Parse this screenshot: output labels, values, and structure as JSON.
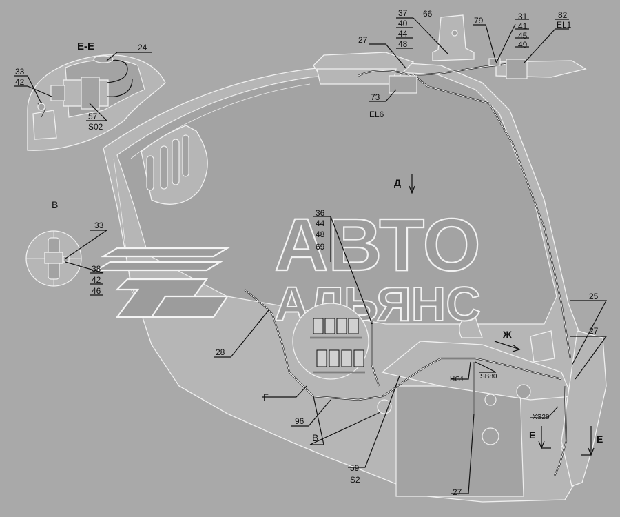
{
  "watermark": {
    "line1": "АВТО",
    "line2": "АЛЬЯНС"
  },
  "views": {
    "section_ee": "Е-Е",
    "view_b": "В",
    "view_d": "Д",
    "view_zh": "Ж",
    "view_g": "Г",
    "cut_left": "Е",
    "cut_right": "Е"
  },
  "callouts": {
    "c24": "24",
    "c33_42_top": "33",
    "c42_top": "42",
    "c57": "57",
    "s02": "S02",
    "c33_b": "33",
    "c38": "38",
    "c42_b": "42",
    "c46": "46",
    "c37": "37",
    "c40": "40",
    "c44_top": "44",
    "c48_top": "48",
    "c66": "66",
    "c27_top": "27",
    "c79": "79",
    "c31": "31",
    "c41": "41",
    "c45": "45",
    "c49": "49",
    "c82": "82",
    "el1": "EL1",
    "c73": "73",
    "el6": "EL6",
    "c36": "36",
    "c44_mid": "44",
    "c48_mid": "48",
    "c69": "69",
    "c28": "28",
    "c96": "96",
    "b_lbl": "В",
    "c59": "59",
    "s2": "S2",
    "c27_bot": "27",
    "hg1": "HG1",
    "sb80": "SB80",
    "xs28": "XS28",
    "c25": "25",
    "c27_right": "27"
  },
  "colors": {
    "background": "#a9a9a9",
    "outline": "#f0f0f0",
    "wire": "#111111"
  }
}
